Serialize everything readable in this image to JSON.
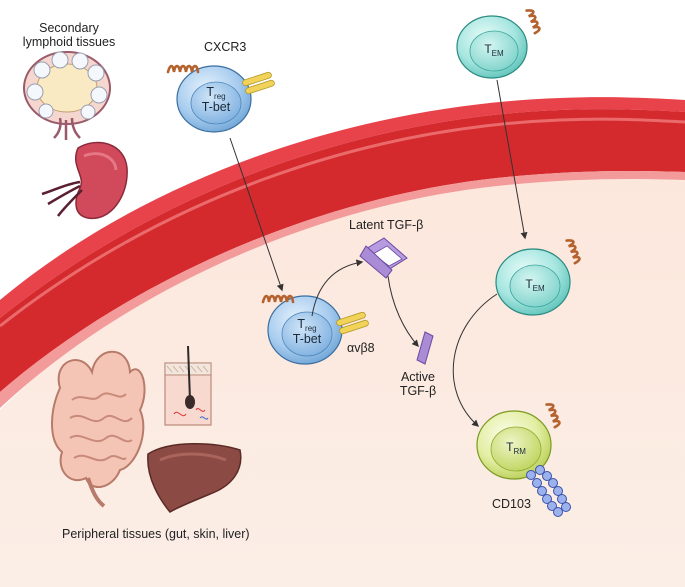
{
  "labels": {
    "secondary_tissues": [
      "Secondary",
      "lymphoid tissues"
    ],
    "cxcr3": "CXCR3",
    "latent_tgfb": "Latent TGF-β",
    "avb8": "αvβ8",
    "active_tgfb": [
      "Active",
      "TGF-β"
    ],
    "cd103": "CD103",
    "peripheral_tissues": "Peripheral tissues (gut, skin, liver)"
  },
  "cells": {
    "treg_top": {
      "main": "T",
      "sub": "reg",
      "line2": "T-bet"
    },
    "treg_mid": {
      "main": "T",
      "sub": "reg",
      "line2": "T-bet"
    },
    "tem_top": {
      "main": "T",
      "sub": "EM"
    },
    "tem_mid": {
      "main": "T",
      "sub": "EM"
    },
    "trm": {
      "main": "T",
      "sub": "RM"
    }
  },
  "colors": {
    "vessel_red": "#d92d2d",
    "tissue_bg": "#fbe3d6",
    "treg_blue": "#8cbbe6",
    "tem_teal": "#7fd6cf",
    "trm_green": "#c8dc6e",
    "receptor_brown": "#b4622e",
    "integrin_yellow": "#f1d35a",
    "tgfb_purple": "#a98bd6",
    "cd103_blue": "#8aa2e8"
  }
}
